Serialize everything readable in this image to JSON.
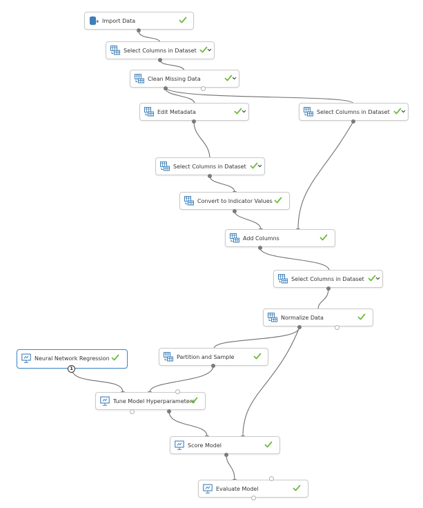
{
  "canvas": {
    "modules": [
      {
        "label": "Import Data",
        "icon": "database-import-icon",
        "status": "success",
        "has_dropdown": false
      },
      {
        "label": "Select Columns in Dataset",
        "icon": "table-module-icon",
        "status": "success",
        "has_dropdown": true
      },
      {
        "label": "Clean Missing Data",
        "icon": "table-module-icon",
        "status": "success",
        "has_dropdown": true
      },
      {
        "label": "Edit Metadata",
        "icon": "table-module-icon",
        "status": "success",
        "has_dropdown": true
      },
      {
        "label": "Select Columns in Dataset",
        "icon": "table-module-icon",
        "status": "success",
        "has_dropdown": true
      },
      {
        "label": "Select Columns in Dataset",
        "icon": "table-module-icon",
        "status": "success",
        "has_dropdown": true
      },
      {
        "label": "Convert to Indicator Values",
        "icon": "table-module-icon",
        "status": "success",
        "has_dropdown": false
      },
      {
        "label": "Add Columns",
        "icon": "table-module-icon",
        "status": "success",
        "has_dropdown": false
      },
      {
        "label": "Select Columns in Dataset",
        "icon": "table-module-icon",
        "status": "success",
        "has_dropdown": true
      },
      {
        "label": "Normalize Data",
        "icon": "table-module-icon",
        "status": "success",
        "has_dropdown": false
      },
      {
        "label": "Neural Network Regression",
        "icon": "model-icon",
        "status": "success",
        "has_dropdown": false,
        "selected": true,
        "badge": "1"
      },
      {
        "label": "Partition and Sample",
        "icon": "table-module-icon",
        "status": "success",
        "has_dropdown": false
      },
      {
        "label": "Tune Model Hyperparameters",
        "icon": "model-icon",
        "status": "success",
        "has_dropdown": false
      },
      {
        "label": "Score Model",
        "icon": "model-icon",
        "status": "success",
        "has_dropdown": false
      },
      {
        "label": "Evaluate Model",
        "icon": "model-icon",
        "status": "success",
        "has_dropdown": false
      }
    ]
  },
  "colors": {
    "success_check": "#6cbb3c",
    "selected_border": "#3a87c8",
    "icon_blue": "#3d7fb8",
    "wire": "#6e6e6e",
    "node_border": "#c9c9c9"
  }
}
